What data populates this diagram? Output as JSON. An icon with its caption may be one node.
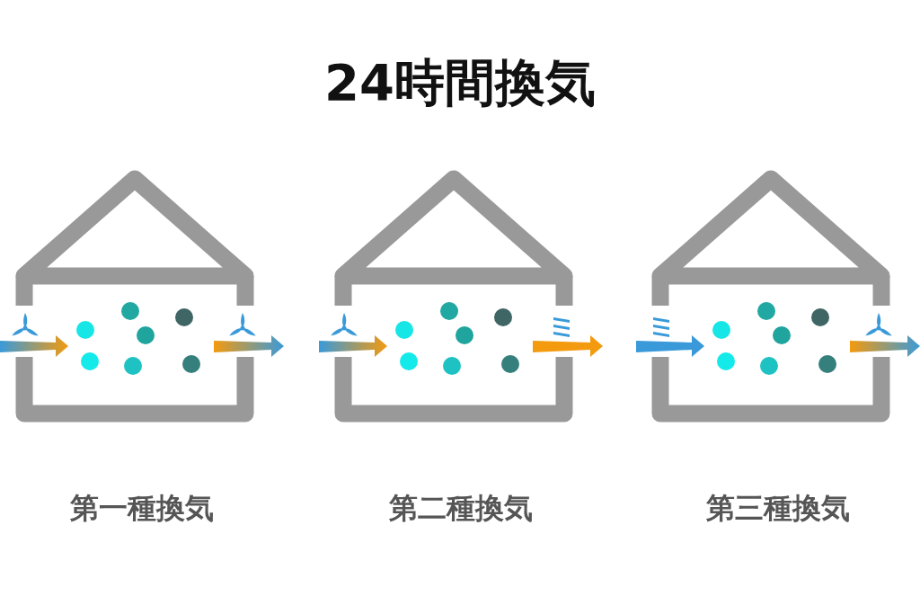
{
  "diagram": {
    "title": "24時間換気",
    "nodes": [
      {
        "text": [
          "第一種換気"
        ]
      },
      {
        "text": [
          "第二種換気"
        ]
      },
      {
        "text": [
          "第三種換気"
        ]
      }
    ]
  }
}
